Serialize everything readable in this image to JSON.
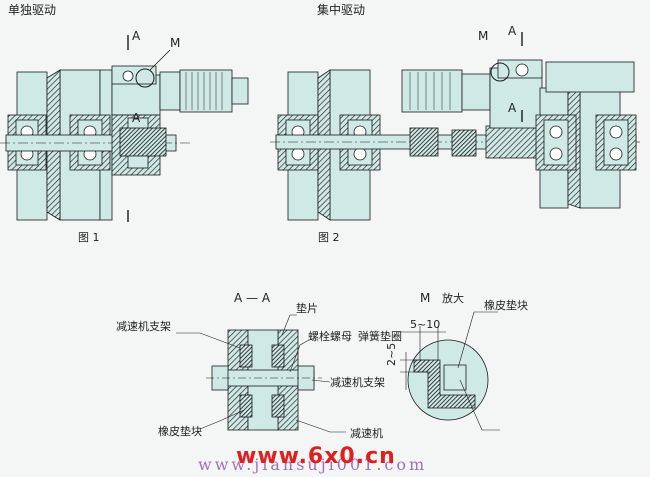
{
  "fig1": {
    "title": "单独驱动",
    "caption": "图 1",
    "section_mark_top": "A",
    "section_mark_bottom": "A",
    "detail_mark": "M"
  },
  "fig2": {
    "title": "集中驱动",
    "caption": "图 2",
    "section_mark_top": "A",
    "section_mark_bottom": "A",
    "detail_mark": "M"
  },
  "section": {
    "title": "A — A",
    "labels": {
      "reducer_bracket": "减速机支架",
      "shim": "垫片",
      "bolt_nut": "螺栓螺母",
      "spring_washer": "弹簧垫圈",
      "reducer_bracket_2": "减速机支架",
      "rubber_pad": "橡皮垫块",
      "reducer": "减速机"
    }
  },
  "detail": {
    "title": "M",
    "subtitle": "放大",
    "rubber_pad": "橡皮垫块",
    "dim_gap": "5~10",
    "dim_thick": "2~5"
  },
  "watermark": {
    "brand": "www.6x0.cn",
    "url": "www.jiansuji001.com"
  },
  "colors": {
    "fill": "#cfe9e6",
    "hatch": "#2a2a2a",
    "line": "#1a1a1a",
    "watermark_red": "#e02020"
  }
}
